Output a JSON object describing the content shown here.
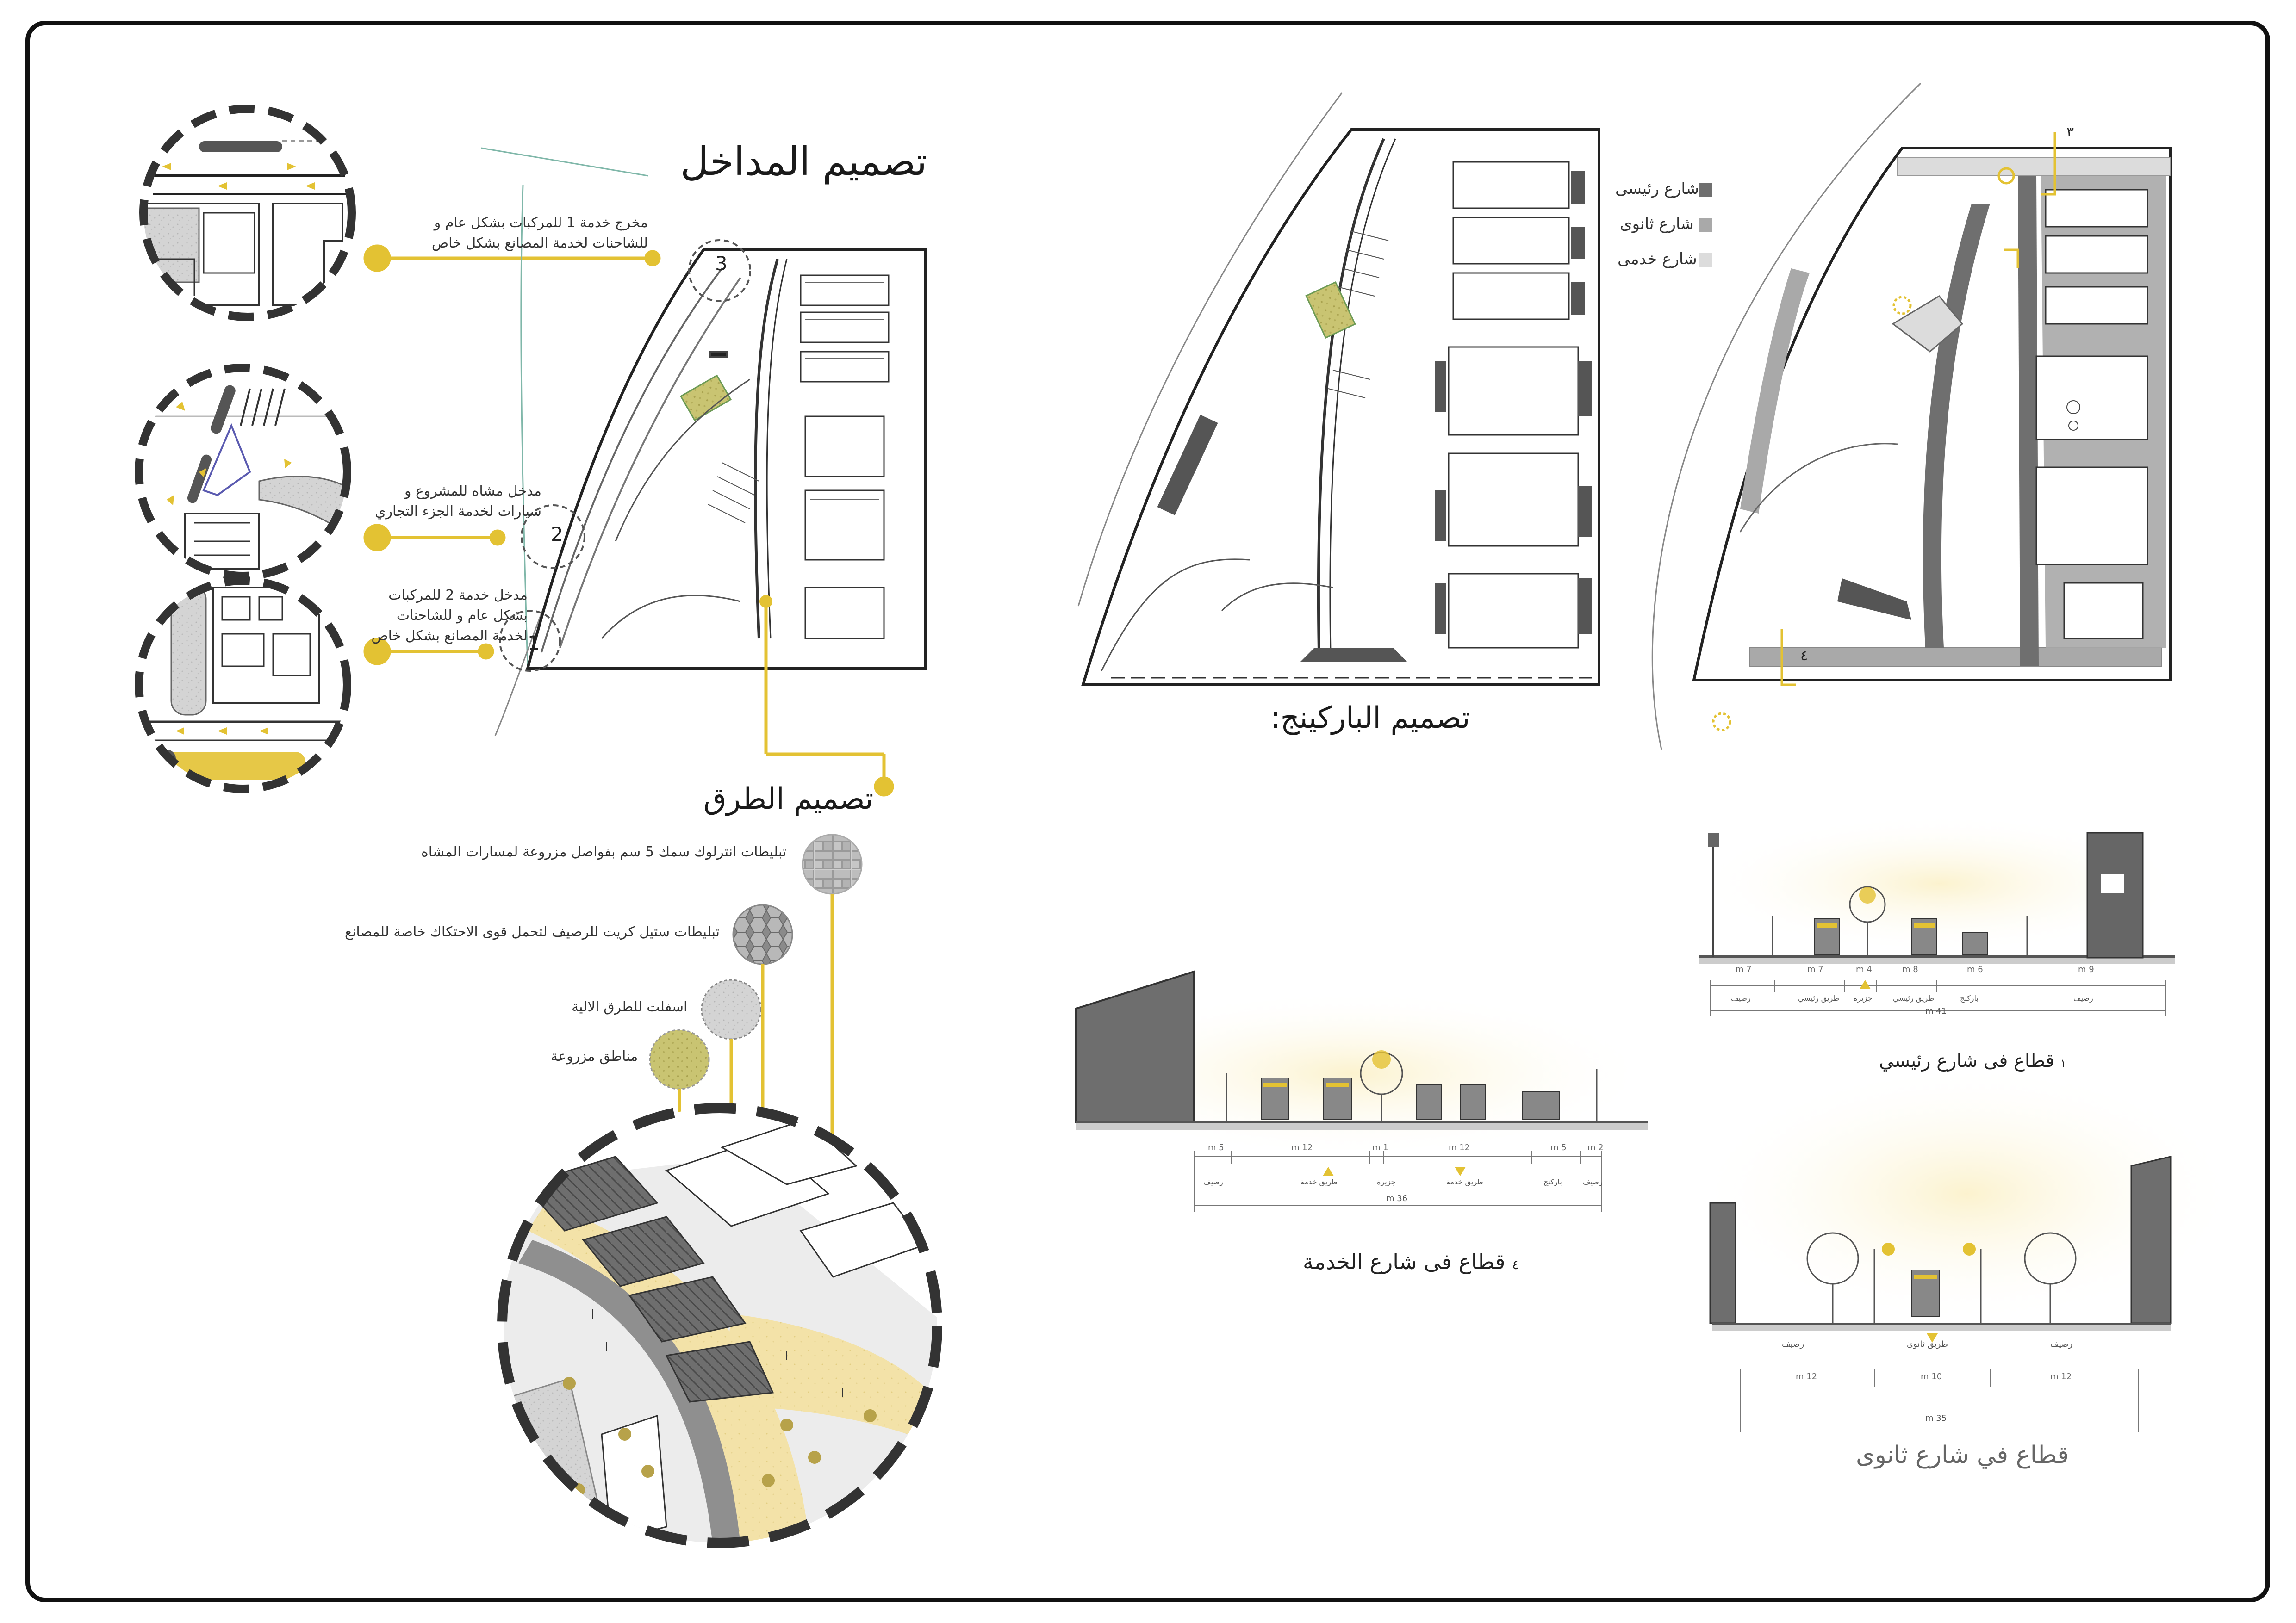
{
  "titles": {
    "entrances": "تصميم المداخل",
    "parking": "تصميم الباركينج:",
    "roads": "تصميم الطرق"
  },
  "entrance_notes": {
    "exit_service_1": "مخرج خدمة 1 للمركبات بشكل عام و للشاحنات لخدمة المصانع بشكل خاص",
    "pedestrian_entry": "مدخل مشاه للمشروع و سيارات لخدمة الجزء التجاري",
    "service_entry_2": "مدخل خدمة 2 للمركبات بشكل عام و للشاحنات لخدمة المصانع بشكل خاص"
  },
  "entrance_markers": [
    "1",
    "2",
    "3"
  ],
  "road_legend": {
    "items": [
      {
        "label": "شارع رئيسى",
        "color": "#6f6f6f"
      },
      {
        "label": "شارع ثانوى",
        "color": "#a9a9a9"
      },
      {
        "label": "شارع خدمى",
        "color": "#dcdcdc"
      }
    ],
    "section_marks": [
      "٣",
      "٤"
    ]
  },
  "materials": [
    {
      "label": "تبليطات انترلوك سمك 5 سم بفواصل مزروعة لمسارات المشاه",
      "swatch": "pavers-icon"
    },
    {
      "label": "تبليطات ستيل كريت للرصيف لتحمل قوى الاحتكاك خاصة للمصانع",
      "swatch": "hex-tiles-icon"
    },
    {
      "label": "اسفلت للطرق الالية",
      "swatch": "asphalt-icon"
    },
    {
      "label": "مناطق مزروعة",
      "swatch": "planted-icon"
    }
  ],
  "sections": {
    "main": {
      "title": "قطاع فى شارع رئيسي",
      "number": "١",
      "widths": [
        "7 m",
        "7 m",
        "4 m",
        "8 m",
        "6 m",
        "9 m"
      ],
      "labels": [
        "رصيف",
        "طريق رئيسي",
        "جزيرة",
        "طريق رئيسي",
        "باركنج",
        "رصيف"
      ],
      "total": "41 m"
    },
    "service": {
      "title": "قطاع فى شارع الخدمة",
      "number": "٤",
      "widths": [
        "5 m",
        "12 m",
        "1 m",
        "12 m",
        "5 m",
        "2 m"
      ],
      "labels": [
        "رصيف",
        "طريق خدمة",
        "جزيرة",
        "طريق خدمة",
        "باركنج",
        "رصيف"
      ],
      "total": "36 m"
    },
    "secondary": {
      "title": "قطاع في شارع ثانوى",
      "widths": [
        "12 m",
        "10 m",
        "12 m"
      ],
      "labels": [
        "رصيف",
        "طريق ثانوى",
        "رصيف"
      ],
      "total": "35 m"
    }
  },
  "colors": {
    "accent": "#e3c233",
    "frame": "#111111",
    "main_road": "#6f6f6f",
    "secondary_road": "#a9a9a9",
    "service_road": "#dcdcdc",
    "planted": "#c9c472"
  }
}
